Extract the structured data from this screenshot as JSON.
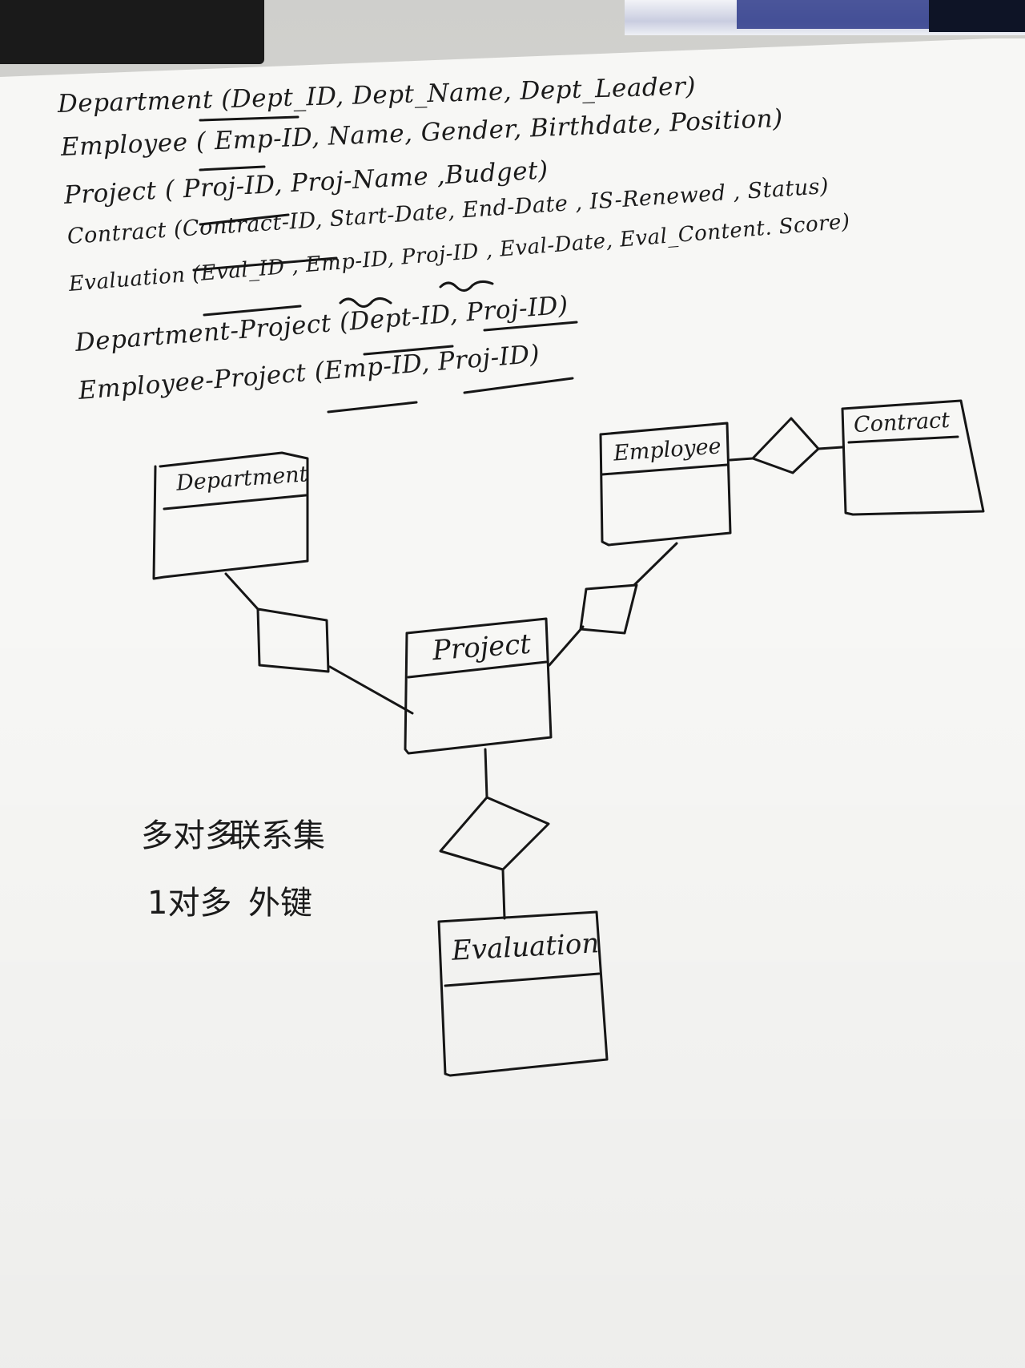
{
  "schema_lines": [
    "Department (Dept_ID, Dept_Name, Dept_Leader)",
    "Employee ( Emp-ID, Name, Gender, Birthdate, Position)",
    "Project ( Proj-ID, Proj-Name ,Budget)",
    "Contract (Contract-ID, Start-Date, End-Date , IS-Renewed , Status)",
    "Evaluation (Eval_ID , Emp-ID, Proj-ID , Eval-Date, Eval_Content. Score)",
    "Department-Project (Dept-ID, Proj-ID)",
    "Employee-Project (Emp-ID, Proj-ID)"
  ],
  "entities": {
    "department": "Department",
    "employee": "Employee",
    "contract": "Contract",
    "project": "Project",
    "evaluation": "Evaluation"
  },
  "notes": {
    "many_to_many": "多对多",
    "junction_table": "联系集",
    "one_to_many": "1对多",
    "foreign_key": "外键"
  }
}
